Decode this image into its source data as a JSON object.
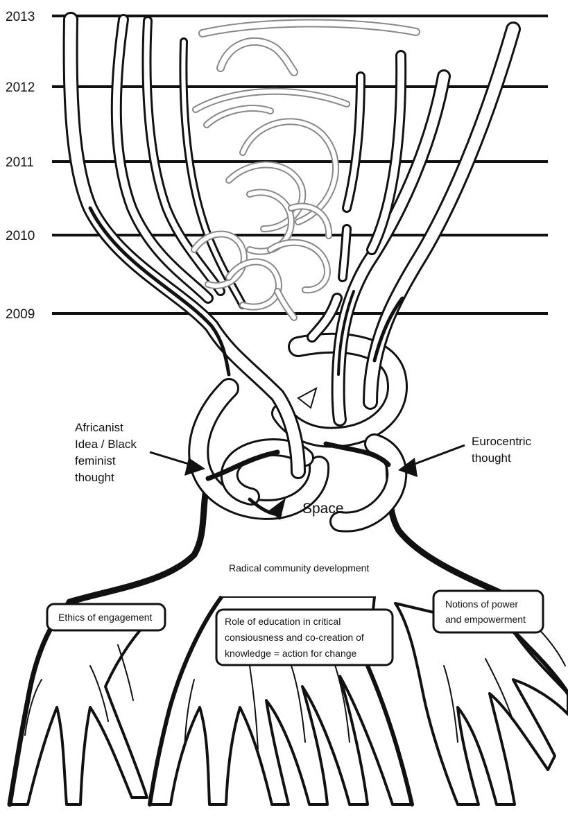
{
  "timeline": {
    "years": [
      "2013",
      "2012",
      "2011",
      "2010",
      "2009"
    ]
  },
  "labels": {
    "africanist": [
      "Africanist",
      "Idea / Black",
      "feminist",
      "thought"
    ],
    "eurocentric": [
      "Eurocentric",
      "thought"
    ],
    "space": "Space",
    "trunk": "Radical community development"
  },
  "roots": {
    "ethics": "Ethics of engagement",
    "education": [
      "Role of education in critical",
      "consiousness and co-creation of",
      "knowledge = action for change"
    ],
    "power": [
      "Notions of power",
      "and empowerment"
    ]
  },
  "colors": {
    "ink": "#111111",
    "paper": "#ffffff",
    "faint": "#888888"
  }
}
